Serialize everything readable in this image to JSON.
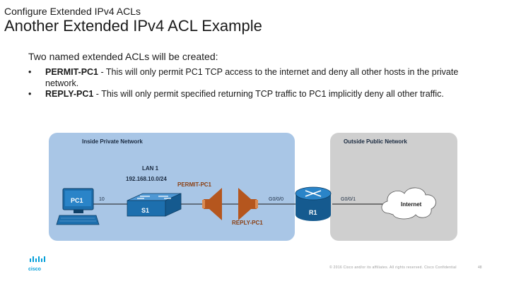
{
  "slide": {
    "subtitle": "Configure Extended IPv4 ACLs",
    "title": "Another Extended IPv4 ACL Example",
    "intro": "Two named extended ACLs will be created:",
    "bullets": [
      {
        "marker": "•",
        "name": "PERMIT-PC1",
        "text": " - This will only permit PC1 TCP access to the internet and deny all other hosts in the private network."
      },
      {
        "marker": "•",
        "name": "REPLY-PC1",
        "text": " - This will only permit specified returning TCP traffic to PC1 implicitly deny all other traffic."
      }
    ]
  },
  "diagram": {
    "inside_label": "Inside Private Network",
    "outside_label": "Outside Public Network",
    "lan_label": "LAN 1",
    "lan_subnet": "192.168.10.0/24",
    "permit_label": "PERMIT-PC1",
    "reply_label": "REPLY-PC1",
    "pc_label": "PC1",
    "pc_port": "10",
    "switch_label": "S1",
    "router_label": "R1",
    "router_in_port": "G0/0/0",
    "router_out_port": "G0/0/1",
    "internet_label": "Internet",
    "colors": {
      "inside_bg": "#a9c6e6",
      "outside_bg": "#cfcfcf",
      "device_blue": "#1d6fae",
      "acl_orange": "#b5561e",
      "link": "#1a1a1a"
    }
  },
  "footer": {
    "logo": "cisco-logo",
    "copyright": "© 2016 Cisco and/or its affiliates. All rights reserved. Cisco Confidential",
    "page": "48"
  }
}
